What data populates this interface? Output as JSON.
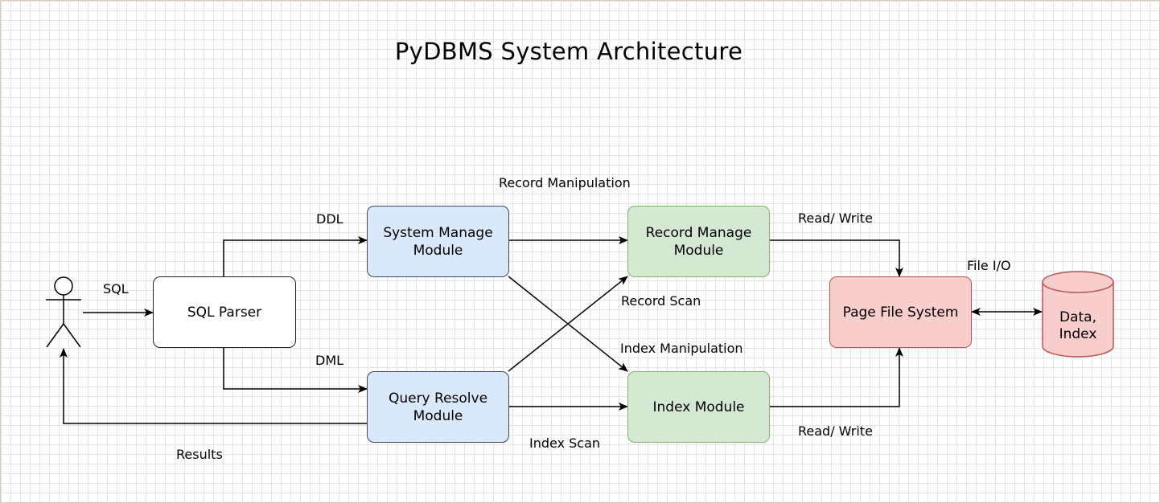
{
  "diagram": {
    "title": "PyDBMS System Architecture",
    "nodes": {
      "sql_parser": "SQL Parser",
      "system_manage": "System Manage\nModule",
      "query_resolve": "Query Resolve\nModule",
      "record_manage": "Record Manage\nModule",
      "index_module": "Index Module",
      "page_file_system": "Page File System",
      "storage": "Data,\nIndex"
    },
    "edge_labels": {
      "sql": "SQL",
      "ddl": "DDL",
      "dml": "DML",
      "results": "Results",
      "record_manipulation": "Record Manipulation",
      "record_scan": "Record Scan",
      "index_manipulation": "Index Manipulation",
      "index_scan": "Index Scan",
      "read_write_top": "Read/ Write",
      "read_write_bottom": "Read/ Write",
      "file_io": "File I/O"
    },
    "colors": {
      "module_blue": "#dae8fc",
      "module_green": "#d5e8d4",
      "storage_red": "#f8cecc"
    }
  }
}
